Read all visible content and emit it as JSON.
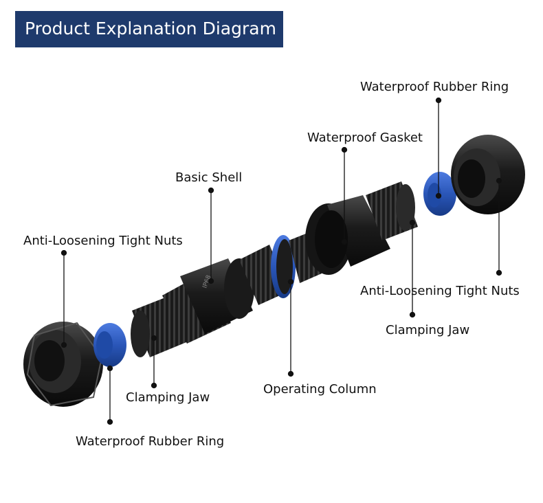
{
  "title": "Product Explanation Diagram",
  "colors": {
    "banner": "#1e3a6c",
    "parts": "#222222",
    "rubber": "#2f5fc4"
  },
  "labels": {
    "waterproof_rubber_ring_top": "Waterproof Rubber Ring",
    "waterproof_gasket": "Waterproof Gasket",
    "basic_shell": "Basic Shell",
    "anti_loosening_left": "Anti-Loosening Tight Nuts",
    "anti_loosening_right": "Anti-Loosening Tight Nuts",
    "clamping_jaw_right": "Clamping Jaw",
    "operating_column": "Operating Column",
    "clamping_jaw_left": "Clamping Jaw",
    "waterproof_rubber_ring_bottom": "Waterproof Rubber Ring"
  },
  "shell_marking": "IP68"
}
